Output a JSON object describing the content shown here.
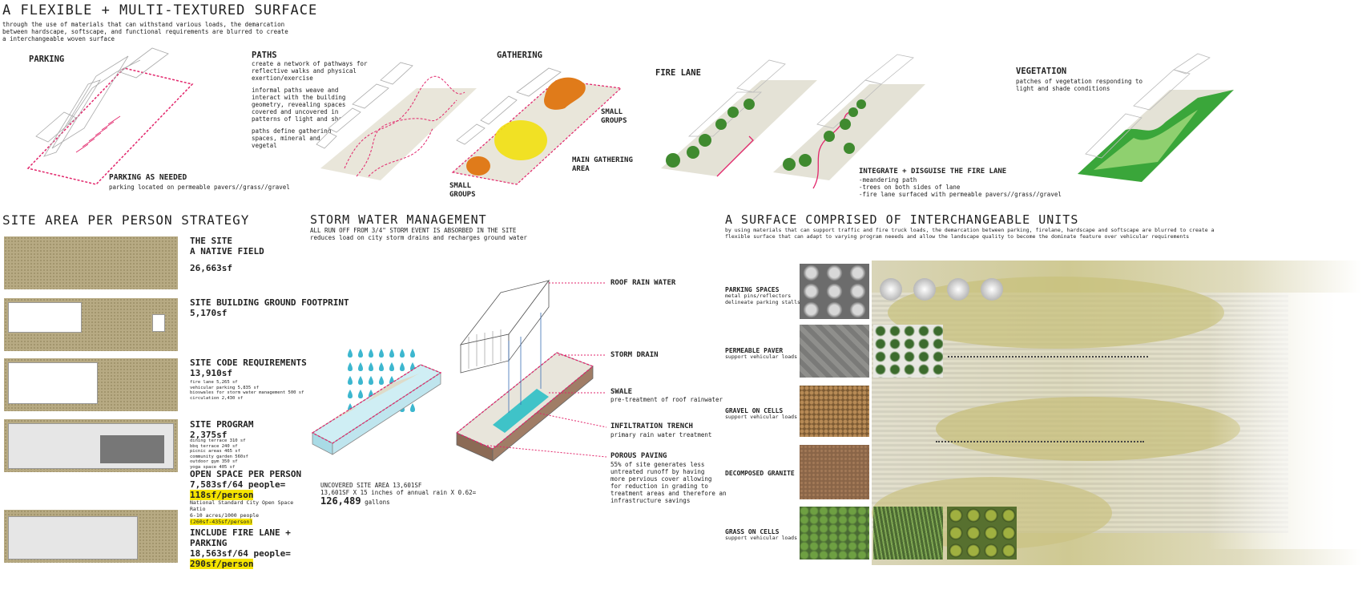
{
  "header": {
    "title": "A FLEXIBLE + MULTI-TEXTURED SURFACE",
    "subtitle": [
      "through the use of materials that can withstand various loads, the demarcation",
      "between hardscape, softscape, and functional requirements are blurred to create",
      "a interchangeable woven surface"
    ]
  },
  "top": {
    "parking_label": "PARKING",
    "parking_caption": "PARKING AS NEEDED",
    "parking_sub": "parking located on permeable pavers//grass//gravel",
    "paths_label": "PATHS",
    "paths_text": [
      [
        "create a network of pathways for",
        "reflective walks and physical",
        "exertion/exercise"
      ],
      [
        "informal paths weave and",
        "interact with the building",
        "geometry, revealing spaces",
        "covered and uncovered in",
        "patterns of light and shade"
      ],
      [
        "paths define gathering",
        "spaces, mineral and",
        "vegetal"
      ]
    ],
    "gathering_label": "GATHERING",
    "small_groups_1": [
      "SMALL",
      "GROUPS"
    ],
    "small_groups_2": [
      "SMALL",
      "GROUPS"
    ],
    "main_gathering": [
      "MAIN GATHERING",
      "AREA"
    ],
    "fire_lane_label": "FIRE LANE",
    "integrate_label": "INTEGRATE + DISGUISE THE FIRE LANE",
    "integrate_text": [
      "-meandering path",
      "-trees on both sides of lane",
      "-fire lane surfaced with permeable pavers//grass//gravel"
    ],
    "vegetation_label": "VEGETATION",
    "vegetation_text": [
      "patches of vegetation responding to",
      "light and shade conditions"
    ]
  },
  "site_area": {
    "title": "SITE AREA PER PERSON STRATEGY",
    "items": [
      {
        "lines": [
          "THE SITE",
          "A NATIVE FIELD"
        ],
        "value": "26,663sf",
        "details": []
      },
      {
        "lines": [
          "SITE BUILDING GROUND FOOTPRINT"
        ],
        "value": "5,170sf",
        "details": []
      },
      {
        "lines": [
          "SITE CODE REQUIREMENTS"
        ],
        "value": "13,910sf",
        "details": [
          "fire lane 5,265 sf",
          "vehicular parking 5,835 sf",
          "bioswales for storm water management 500 sf",
          "circulation 2,430 sf"
        ]
      },
      {
        "lines": [
          "SITE PROGRAM"
        ],
        "value": "2,375sf",
        "details": [
          "dining terrace 310 sf",
          "bbq terrace 240 sf",
          "picnic areas 465 sf",
          "community garden 560sf",
          "outdoor gym 350 sf",
          "yoga space 405 sf"
        ]
      }
    ],
    "open_space": {
      "title": "OPEN SPACE PER PERSON",
      "calc": "7,583sf/64 people=",
      "result": "118sf/person"
    },
    "national": {
      "lines": [
        "National Standard City Open Space",
        "Ratio",
        "6-10 acres/1000 people"
      ],
      "range": "(260sf-435sf/person)"
    },
    "fire_parking": {
      "lines": [
        "INCLUDE FIRE LANE +",
        "PARKING"
      ],
      "calc": "18,563sf/64 people=",
      "result": "290sf/person"
    }
  },
  "storm": {
    "title": "STORM WATER MANAGEMENT",
    "subtitle": [
      "ALL RUN OFF FROM 3/4\" STORM EVENT IS ABSORBED IN THE SITE",
      "reduces load on city storm drains and recharges ground water"
    ],
    "roof_rain": "ROOF RAIN WATER",
    "storm_drain": "STORM DRAIN",
    "swale": "SWALE",
    "swale_sub": "pre-treatment of roof rainwater",
    "infiltration": "INFILTRATION TRENCH",
    "infiltration_sub": "primary rain water treatment",
    "porous": "POROUS PAVING",
    "porous_sub": [
      "55% of site generates less",
      "untreated runoff by having",
      "more pervious cover allowing",
      "for reduction in grading to",
      "treatment areas and therefore an",
      "infrastructure savings"
    ],
    "uncovered": [
      "UNCOVERED SITE AREA 13,601SF",
      "13,601SF X 15 inches of annual rain X 0.62="
    ],
    "gallons_value": "126,489",
    "gallons_unit": "gallons"
  },
  "surface": {
    "title": "A SURFACE COMPRISED OF INTERCHANGEABLE UNITS",
    "subtitle": [
      "by using materials that can support traffic and fire truck loads, the demarcation between parking, firelane, hardscape and softscape are blurred to create a",
      "flexible surface that can adapt to varying program neeeds and allow the landscape quality to become the dominate feature over vehicular requirements"
    ],
    "rows": [
      {
        "title": "PARKING SPACES",
        "sub": [
          "metal pins/reflectors",
          "delineate parking stalls"
        ]
      },
      {
        "title": "PERMEABLE PAVER",
        "sub": [
          "support vehicular loads"
        ]
      },
      {
        "title": "GRAVEL ON CELLS",
        "sub": [
          "support vehicular loads"
        ]
      },
      {
        "title": "DECOMPOSED GRANITE",
        "sub": []
      },
      {
        "title": "GRASS ON CELLS",
        "sub": [
          "support vehicular loads"
        ]
      }
    ]
  },
  "colors": {
    "accent_pink": "#e2266b",
    "highlight": "#f5e400",
    "water": "#3db7cf",
    "grass": "#c9c48a",
    "orange": "#e07b1a",
    "yellow": "#f2e010",
    "green": "#3aa63a"
  }
}
